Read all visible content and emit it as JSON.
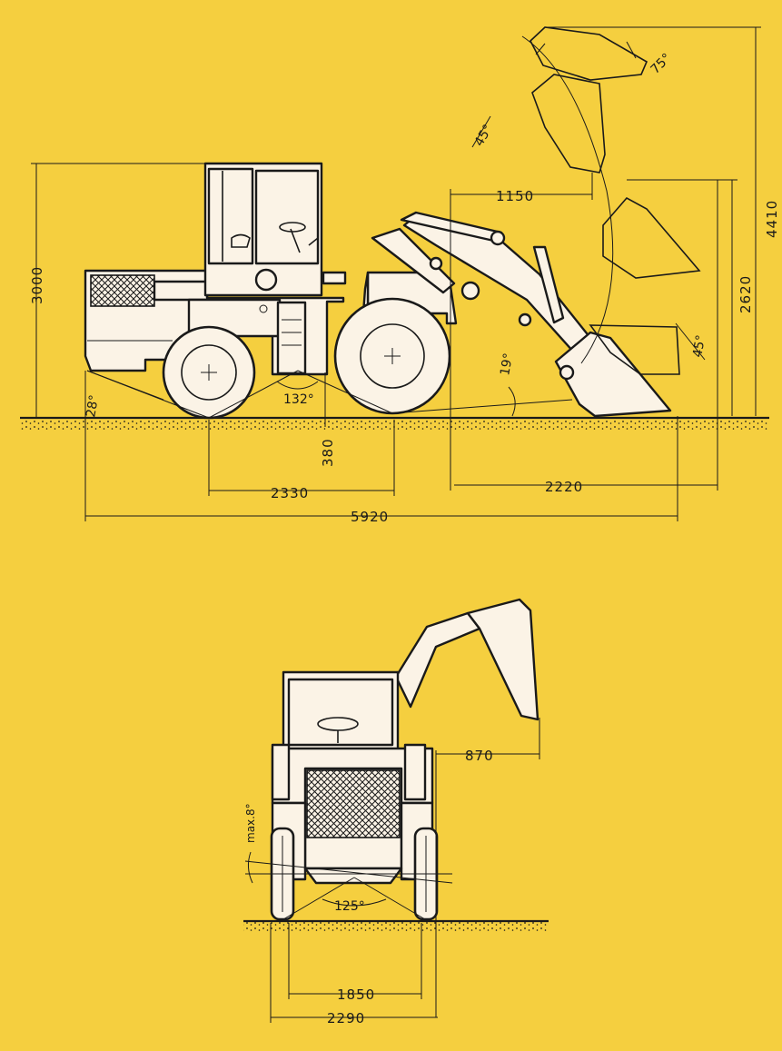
{
  "side_view": {
    "dimensions": {
      "overall_height": "3000",
      "max_height": "4410",
      "dump_height": "2620",
      "reach": "1150",
      "ground_clearance": "380",
      "wheelbase": "2330",
      "front_overhang": "2220",
      "overall_length": "5920"
    },
    "angles": {
      "rear_departure": "28°",
      "articulation": "132°",
      "approach": "19°",
      "tip_back": "75°",
      "dump": "45°",
      "rollback": "45°"
    }
  },
  "front_view": {
    "dimensions": {
      "bucket_offset": "870",
      "track_width": "1850",
      "overall_width": "2290"
    },
    "angles": {
      "oscillation": "max.8°",
      "steering": "125°"
    }
  },
  "colors": {
    "background": "#f5cf3f",
    "ink": "#1a1a1a",
    "paper": "#fbf3e6"
  }
}
